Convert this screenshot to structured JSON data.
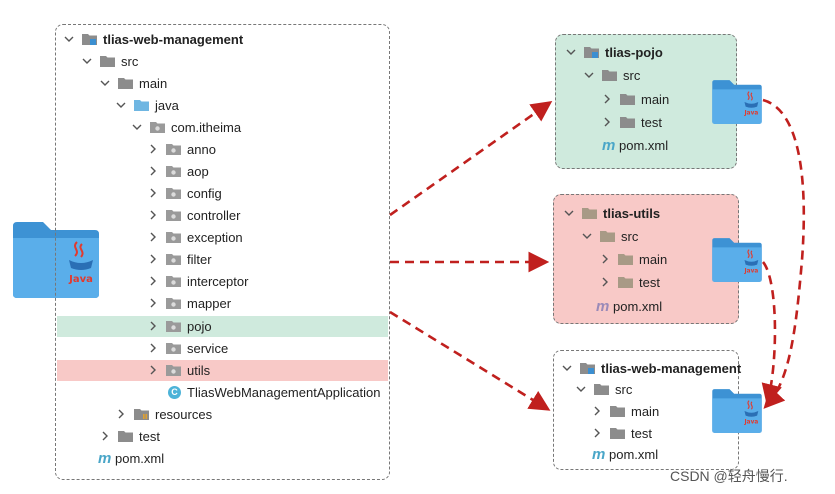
{
  "tree": {
    "root": "tlias-web-management",
    "src": "src",
    "main": "main",
    "java": "java",
    "package": "com.itheima",
    "packages": [
      "anno",
      "aop",
      "config",
      "controller",
      "exception",
      "filter",
      "interceptor",
      "mapper",
      "pojo",
      "service",
      "utils"
    ],
    "app_class": "TliasWebManagementApplication",
    "resources": "resources",
    "test": "test",
    "pom": "pom.xml",
    "highlight_colors": {
      "pojo": "#cfeadd",
      "utils": "#f8c9c7"
    }
  },
  "modules": [
    {
      "name": "tlias-pojo",
      "src": "src",
      "main": "main",
      "test": "test",
      "pom": "pom.xml",
      "bg": "#cfeadd"
    },
    {
      "name": "tlias-utils",
      "src": "src",
      "main": "main",
      "test": "test",
      "pom": "pom.xml",
      "bg": "#f8c9c7"
    },
    {
      "name": "tlias-web-management",
      "src": "src",
      "main": "main",
      "test": "test",
      "pom": "pom.xml",
      "bg": "#ffffff"
    }
  ],
  "icons": {
    "big_java_folder": "java-folder-icon",
    "module_folder": "java-folder-icon"
  },
  "colors": {
    "arrow": "#c0201e",
    "folder_blue": "#4fa4dc"
  },
  "watermark": "CSDN @轻舟慢行."
}
